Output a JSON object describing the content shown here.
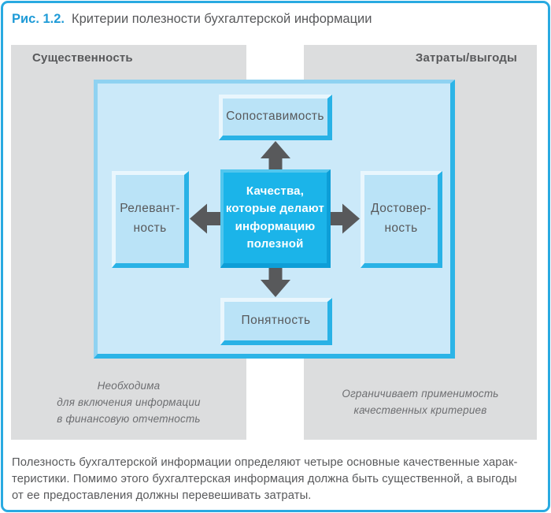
{
  "figure": {
    "label": "Рис. 1.2.",
    "title": "Критерии полезности бухгалтерской информации"
  },
  "panels": {
    "left": {
      "header": "Существенность",
      "caption_lines": [
        "Необходима",
        "для включения информации",
        "в финансовую отчетность"
      ]
    },
    "right": {
      "header": "Затраты/выгоды",
      "caption_lines": [
        "Ограничивает применимость",
        "качественных критериев"
      ]
    }
  },
  "diagram": {
    "center_lines": [
      "Качества,",
      "которые делают",
      "информацию",
      "полезной"
    ],
    "top_label": "Сопоставимость",
    "left_lines": [
      "Релевант-",
      "ность"
    ],
    "right_lines": [
      "Достовер-",
      "ность"
    ],
    "bottom_label": "Понятность",
    "arrow_icons": [
      "arrow-up-icon",
      "arrow-down-icon",
      "arrow-left-icon",
      "arrow-right-icon"
    ]
  },
  "footer": {
    "lines": [
      "Полезность бухгалтерской информации определяют четыре основные качественные харак-",
      "теристики. Помимо этого бухгалтерская информация должна быть существенной, а выгоды",
      "от ее предоставления должны перевешивать затраты."
    ]
  },
  "colors": {
    "frame_border": "#29aae1",
    "figure_label": "#1f9bd7",
    "text_dark": "#58595b",
    "panel_gray": "#dcddde",
    "diagram_bg": "#cbe9f9",
    "diagram_bevel_light": "#8fd2f1",
    "diagram_bevel_dark": "#2cb4e7",
    "box_bg": "#bae3f7",
    "box_bevel_light": "#e9f6fd",
    "box_bevel_dark": "#29b2e6",
    "center_box_bg": "#1bb4e9",
    "center_bevel_light": "#52c6ee",
    "center_bevel_dark": "#0d9ed7",
    "arrow": "#58595b",
    "caption_text": "#6d6e71"
  }
}
